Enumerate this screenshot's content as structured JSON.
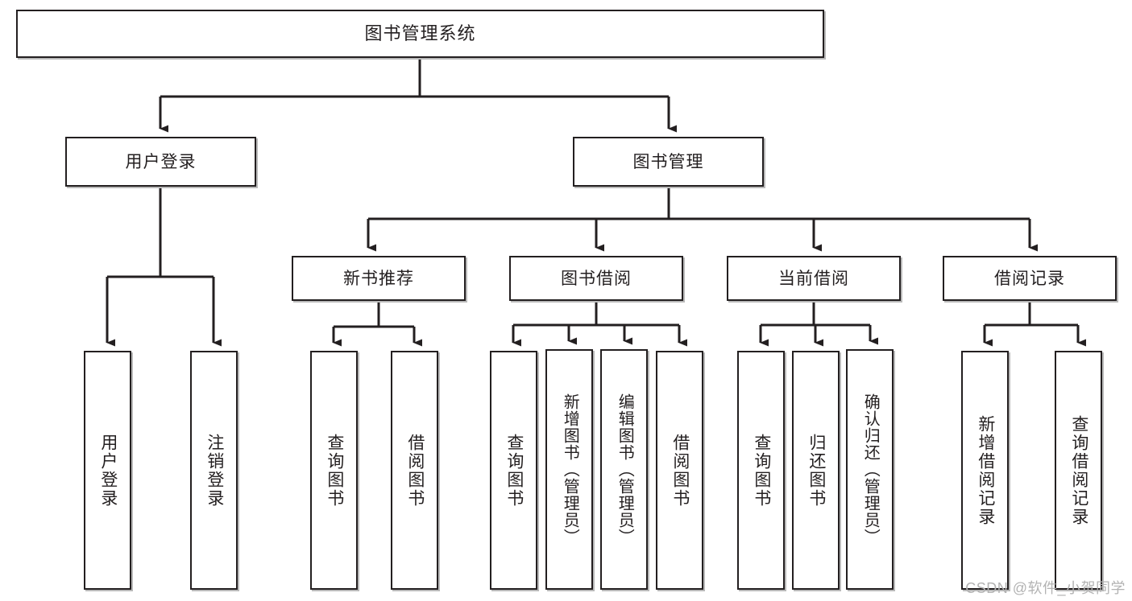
{
  "diagram": {
    "title": "图书管理系统",
    "type": "tree",
    "watermark": "CSDN @软件_小贺同学",
    "line_color": "#231f20",
    "box_fill": "#ffffff",
    "shadow_color": "#b9b9b9"
  },
  "levels": {
    "root": {
      "label": "图书管理系统"
    },
    "level2": [
      {
        "id": "user-login",
        "label": "用户登录"
      },
      {
        "id": "book-manage",
        "label": "图书管理"
      }
    ],
    "level3": [
      {
        "id": "new-book-recommend",
        "label": "新书推荐"
      },
      {
        "id": "book-borrow",
        "label": "图书借阅"
      },
      {
        "id": "current-borrow",
        "label": "当前借阅"
      },
      {
        "id": "borrow-record",
        "label": "借阅记录"
      }
    ],
    "leaves": {
      "user_login": [
        {
          "id": "leaf-user-login",
          "label": "用户登录"
        },
        {
          "id": "leaf-logout-login",
          "label": "注销登录"
        }
      ],
      "new_book_recommend": [
        {
          "id": "leaf-query-book-1",
          "label": "查询图书"
        },
        {
          "id": "leaf-borrow-book-1",
          "label": "借阅图书"
        }
      ],
      "book_borrow": [
        {
          "id": "leaf-query-book-2",
          "label": "查询图书"
        },
        {
          "id": "leaf-add-book",
          "label": "新增图书（管理员）"
        },
        {
          "id": "leaf-edit-book",
          "label": "编辑图书（管理员）"
        },
        {
          "id": "leaf-borrow-book-2",
          "label": "借阅图书"
        }
      ],
      "current_borrow": [
        {
          "id": "leaf-query-book-3",
          "label": "查询图书"
        },
        {
          "id": "leaf-return-book",
          "label": "归还图书"
        },
        {
          "id": "leaf-confirm-return",
          "label": "确认归还（管理员）"
        }
      ],
      "borrow_record": [
        {
          "id": "leaf-add-record",
          "label": "新增借阅记录"
        },
        {
          "id": "leaf-query-record",
          "label": "查询借阅记录"
        }
      ]
    }
  }
}
